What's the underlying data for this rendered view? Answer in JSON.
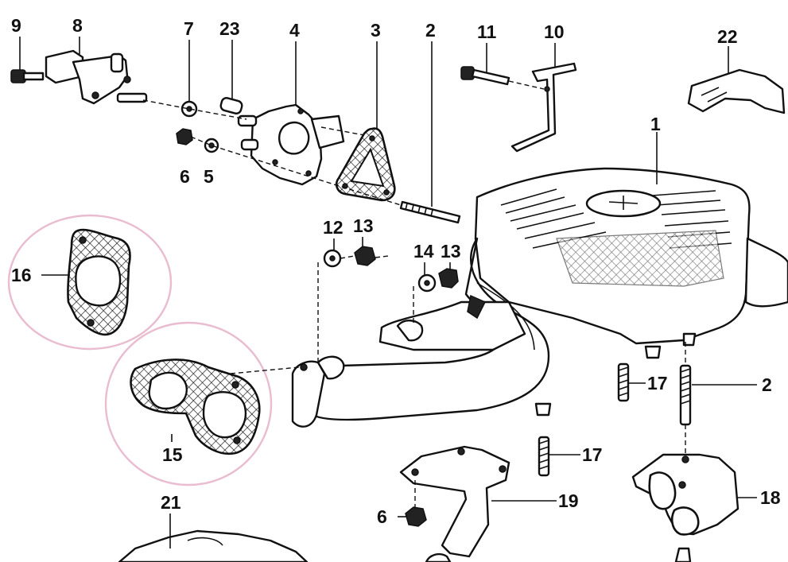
{
  "callouts": {
    "c1": "1",
    "c2_top": "2",
    "c2_right": "2",
    "c3": "3",
    "c4": "4",
    "c5": "5",
    "c6_top": "6",
    "c6_bottom": "6",
    "c7": "7",
    "c8": "8",
    "c9": "9",
    "c10": "10",
    "c11": "11",
    "c12": "12",
    "c13_a": "13",
    "c13_b": "13",
    "c14": "14",
    "c15": "15",
    "c16": "16",
    "c17_a": "17",
    "c17_b": "17",
    "c18": "18",
    "c19": "19",
    "c21": "21",
    "c22": "22",
    "c23": "23"
  },
  "colors": {
    "ink": "#111111",
    "highlight_circle": "#e9bcd0",
    "background": "#ffffff"
  }
}
